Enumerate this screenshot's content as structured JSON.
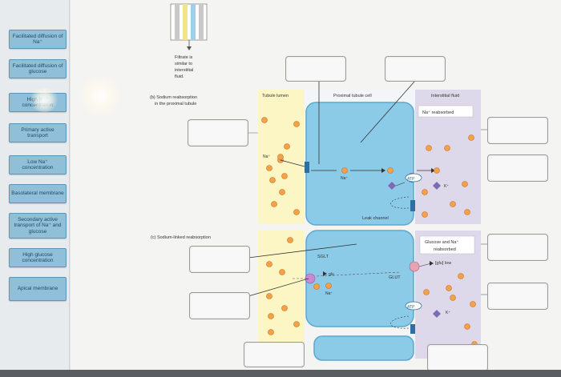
{
  "sidebar": {
    "chips": [
      {
        "label": "Facilitated diffusion of Na⁺"
      },
      {
        "label": "Facilitated diffusion of glucose"
      },
      {
        "label": "High Na⁺ concentration"
      },
      {
        "label": "Primary active transport"
      },
      {
        "label": "Low Na⁺ concentration"
      },
      {
        "label": "Basolateral membrane"
      },
      {
        "label": "Secondary active transport of Na⁺ and glucose"
      },
      {
        "label": "High glucose concentration"
      },
      {
        "label": "Apical membrane"
      }
    ]
  },
  "diagram": {
    "filtrate_note": [
      "Filtrate is",
      "similar to",
      "interstitial",
      "fluid."
    ],
    "panel_b_title": [
      "(b) Sodium reabsorption",
      "in the proximal tubule"
    ],
    "panel_c_title": "(c) Sodium-linked reabsorption",
    "col_tubule_lumen": "Tubule lumen",
    "col_proximal_cell": "Proximal tubule cell",
    "col_interstitial": "Interstitial fluid",
    "na_reabsorbed": "Na⁺ reabsorbed",
    "na_plus_label": "Na⁺",
    "na_label": "Na⁺",
    "atp_label": "ATP",
    "k_label": "K⁺",
    "leak_channel": "Leak channel",
    "sglt": "SGLT",
    "glu": "glu",
    "glut": "GLUT",
    "glucose_na_reabsorbed": [
      "Glucose and Na⁺",
      "reabsorbed"
    ],
    "glu_low": "[glu] low",
    "na_c_label": "Na⁺",
    "atp_c_label": "ATP",
    "k_c_label": "K⁺"
  },
  "colors": {
    "chip_fill": "#8fbfd9",
    "lumen_yellow": "#fbf6c4",
    "cell_blue": "#8ccbe8",
    "interstitial_lavender": "#ddd9ea",
    "pump_purple": "#7c6bb0",
    "plus_orange": "#f5a04a"
  }
}
